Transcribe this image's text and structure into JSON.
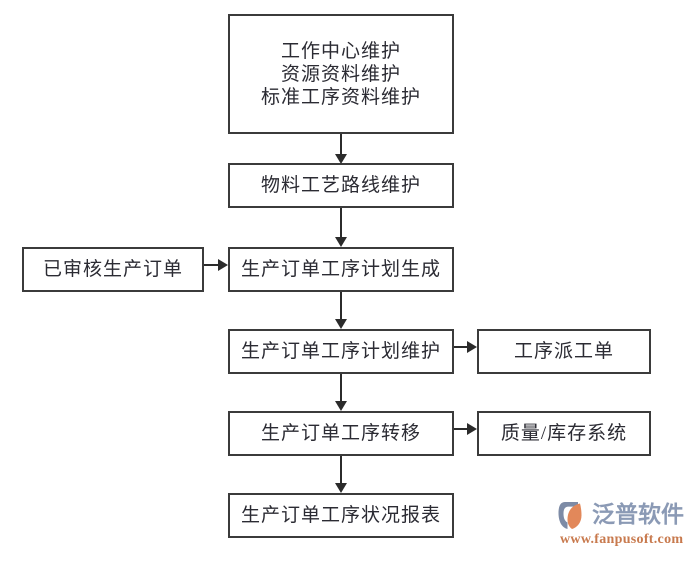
{
  "diagram": {
    "nodes": {
      "base_data": {
        "lines": [
          "工作中心维护",
          "资源资料维护",
          "标准工序资料维护"
        ]
      },
      "routing": {
        "label": "物料工艺路线维护"
      },
      "approved_order": {
        "label": "已审核生产订单"
      },
      "plan_generate": {
        "label": "生产订单工序计划生成"
      },
      "plan_maintain": {
        "label": "生产订单工序计划维护"
      },
      "dispatch_order": {
        "label": "工序派工单"
      },
      "operation_transfer": {
        "label": "生产订单工序转移"
      },
      "qc_inventory": {
        "label": "质量/库存系统"
      },
      "status_report": {
        "label": "生产订单工序状况报表"
      }
    },
    "colors": {
      "node_border": "#3b3b3b",
      "node_fill": "#ffffff",
      "node_text": "#2b2b33",
      "connector": "#2b2b2b",
      "background": "#ffffff"
    }
  },
  "watermark": {
    "brand": "泛普软件",
    "url": "www.fanpusoft.com",
    "colors": {
      "brand_text": "#8b9ab5",
      "url_text": "#c87a4e",
      "mark_blue": "#7d8ba6",
      "mark_orange": "#e2885a"
    }
  }
}
